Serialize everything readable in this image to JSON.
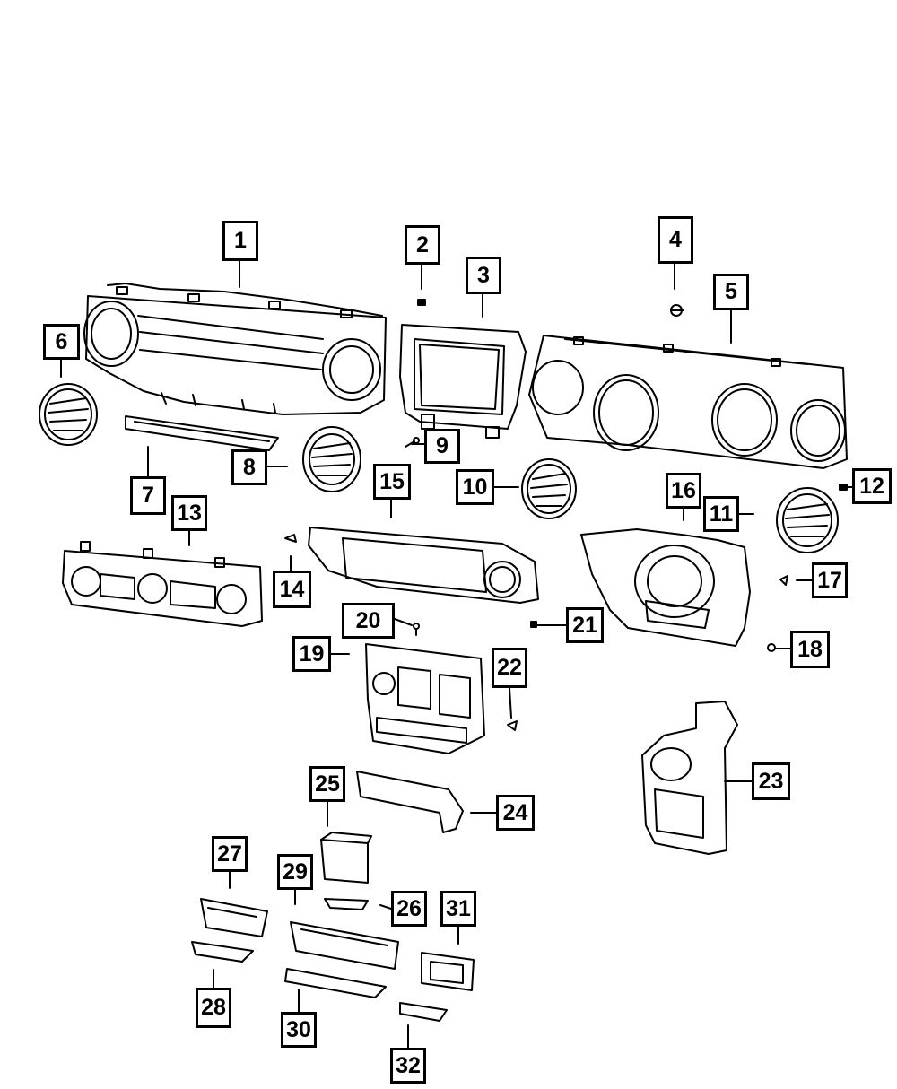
{
  "callouts": [
    {
      "id": "callout-1",
      "label": "1"
    },
    {
      "id": "callout-2",
      "label": "2"
    },
    {
      "id": "callout-3",
      "label": "3"
    },
    {
      "id": "callout-4",
      "label": "4"
    },
    {
      "id": "callout-5",
      "label": "5"
    },
    {
      "id": "callout-6",
      "label": "6"
    },
    {
      "id": "callout-7",
      "label": "7"
    },
    {
      "id": "callout-8",
      "label": "8"
    },
    {
      "id": "callout-9",
      "label": "9"
    },
    {
      "id": "callout-10",
      "label": "10"
    },
    {
      "id": "callout-11",
      "label": "11"
    },
    {
      "id": "callout-12",
      "label": "12"
    },
    {
      "id": "callout-13",
      "label": "13"
    },
    {
      "id": "callout-14",
      "label": "14"
    },
    {
      "id": "callout-15",
      "label": "15"
    },
    {
      "id": "callout-16",
      "label": "16"
    },
    {
      "id": "callout-17",
      "label": "17"
    },
    {
      "id": "callout-18",
      "label": "18"
    },
    {
      "id": "callout-19",
      "label": "19"
    },
    {
      "id": "callout-20",
      "label": "20"
    },
    {
      "id": "callout-21",
      "label": "21"
    },
    {
      "id": "callout-22",
      "label": "22"
    },
    {
      "id": "callout-23",
      "label": "23"
    },
    {
      "id": "callout-24",
      "label": "24"
    },
    {
      "id": "callout-25",
      "label": "25"
    },
    {
      "id": "callout-26",
      "label": "26"
    },
    {
      "id": "callout-27",
      "label": "27"
    },
    {
      "id": "callout-28",
      "label": "28"
    },
    {
      "id": "callout-29",
      "label": "29"
    },
    {
      "id": "callout-30",
      "label": "30"
    },
    {
      "id": "callout-31",
      "label": "31"
    },
    {
      "id": "callout-32",
      "label": "32"
    }
  ]
}
